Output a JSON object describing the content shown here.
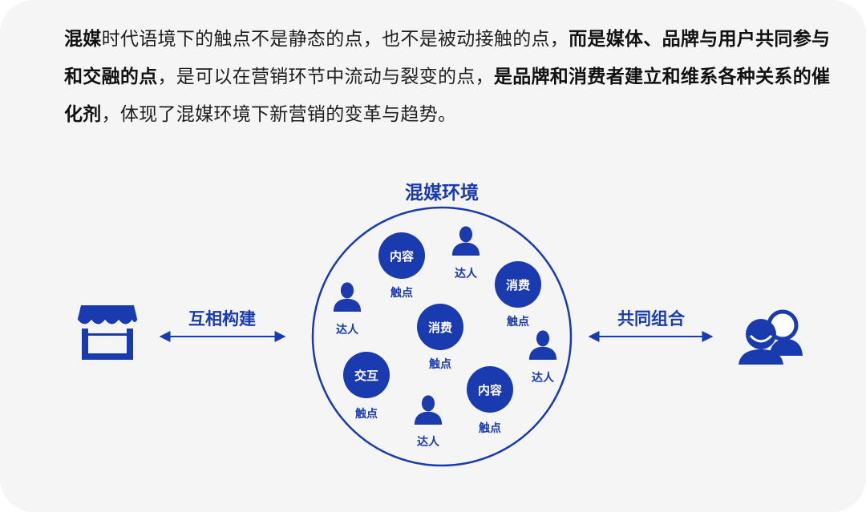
{
  "paragraph": [
    {
      "text": "混媒",
      "bold": true
    },
    {
      "text": "时代语境下的触点不是静态的点，也不是被动接触的点，",
      "bold": false
    },
    {
      "text": "而是媒体、品牌与用户共同参与和交融的点",
      "bold": true
    },
    {
      "text": "，是可以在营销环节中流动与裂变的点，",
      "bold": false
    },
    {
      "text": "是品牌和消费者建立和维系各种关系的催化剂",
      "bold": true
    },
    {
      "text": "，体现了混媒环境下新营销的变革与趋势。",
      "bold": false
    }
  ],
  "diagram": {
    "title": "混媒环境",
    "left_arrow_label": "互相构建",
    "right_arrow_label": "共同组合",
    "left_icon": "storefront-icon",
    "right_icon": "users-group-icon",
    "touchpoints": [
      {
        "bubble": "内容",
        "caption": "触点"
      },
      {
        "bubble": "消费",
        "caption": "触点"
      },
      {
        "bubble": "消费",
        "caption": "触点"
      },
      {
        "bubble": "交互",
        "caption": "触点"
      },
      {
        "bubble": "内容",
        "caption": "触点"
      }
    ],
    "influencers": [
      {
        "caption": "达人"
      },
      {
        "caption": "达人"
      },
      {
        "caption": "达人"
      },
      {
        "caption": "达人"
      }
    ],
    "colors": {
      "primary": "#1a3ab0",
      "card_background": "#f5f5f6",
      "text": "#1e1e1e"
    }
  }
}
